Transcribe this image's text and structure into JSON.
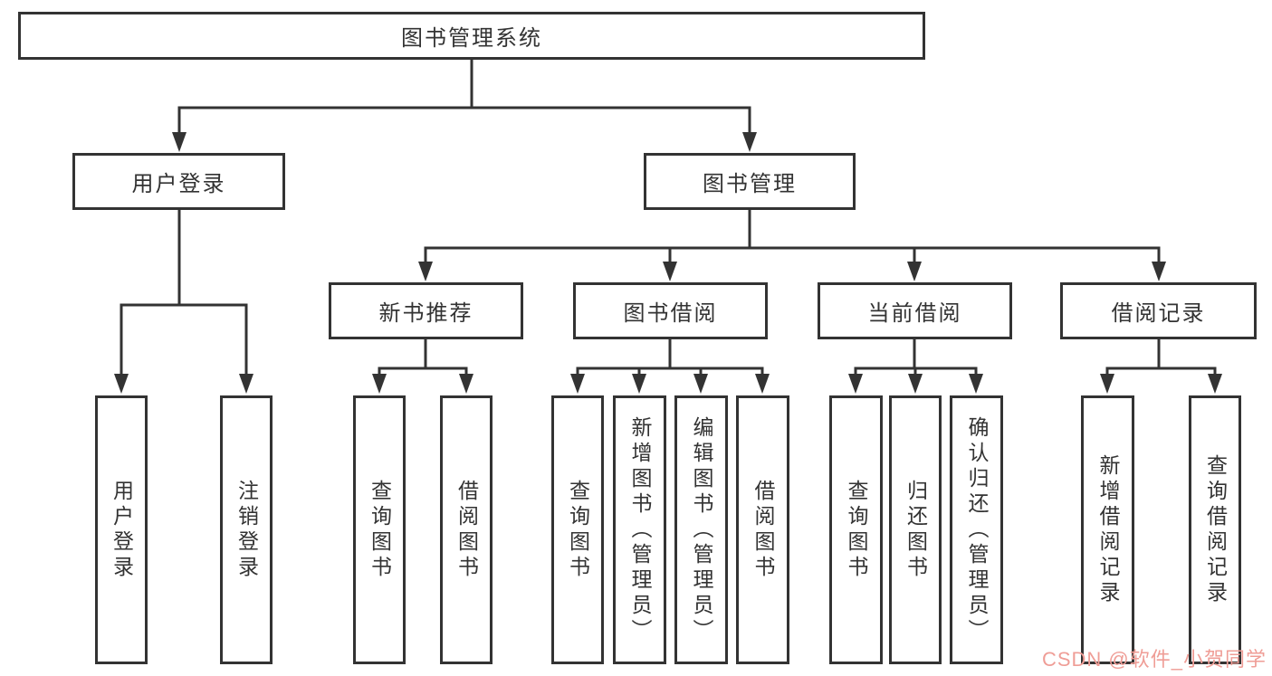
{
  "tree": {
    "root": "图书管理系统",
    "branches": [
      {
        "label": "用户登录",
        "children": [
          "用户登录",
          "注销登录"
        ]
      },
      {
        "label": "图书管理",
        "groups": [
          {
            "label": "新书推荐",
            "children": [
              "查询图书",
              "借阅图书"
            ]
          },
          {
            "label": "图书借阅",
            "children": [
              "查询图书",
              "新增图书（管理员）",
              "编辑图书（管理员）",
              "借阅图书"
            ]
          },
          {
            "label": "当前借阅",
            "children": [
              "查询图书",
              "归还图书",
              "确认归还（管理员）"
            ]
          },
          {
            "label": "借阅记录",
            "children": [
              "新增借阅记录",
              "查询借阅记录"
            ]
          }
        ]
      }
    ]
  },
  "watermark": {
    "text": "CSDN @软件_小贺同学",
    "color": "#ef9d96"
  },
  "colors": {
    "line": "#333333",
    "text": "#333333",
    "background": "#ffffff"
  }
}
